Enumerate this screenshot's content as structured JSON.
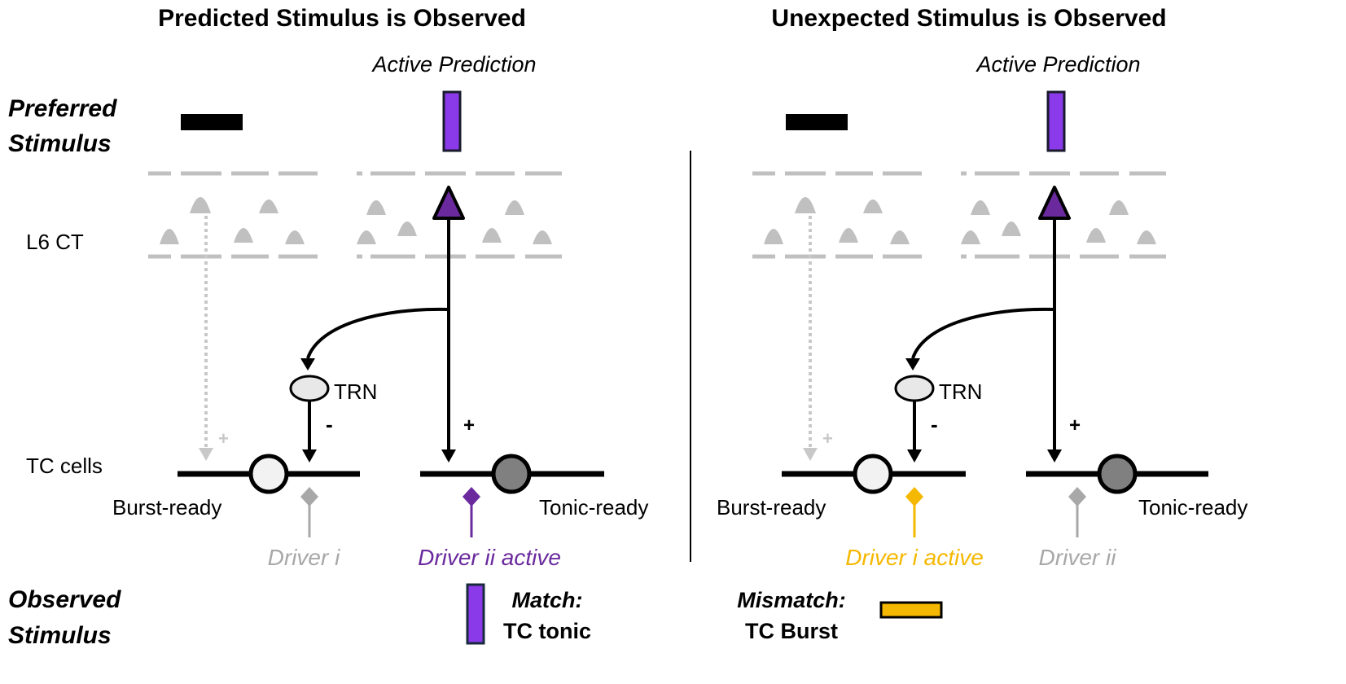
{
  "panels": {
    "left": {
      "title": "Predicted Stimulus is Observed",
      "active_prediction": "Active Prediction",
      "driver_left": "Driver i",
      "driver_right": "Driver ii active",
      "outcome_line1": "Match:",
      "outcome_line2": "TC tonic"
    },
    "right": {
      "title": "Unexpected Stimulus is Observed",
      "active_prediction": "Active Prediction",
      "driver_left": "Driver i active",
      "driver_right": "Driver ii",
      "outcome_line1": "Mismatch:",
      "outcome_line2": "TC Burst"
    }
  },
  "labels": {
    "preferred_1": "Preferred",
    "preferred_2": "Stimulus",
    "observed_1": "Observed",
    "observed_2": "Stimulus",
    "l6ct": "L6 CT",
    "tc_cells": "TC cells",
    "trn": "TRN",
    "burst_ready": "Burst-ready",
    "tonic_ready": "Tonic-ready",
    "plus": "+",
    "minus": "-"
  },
  "colors": {
    "purple_fill": "#8a3ae8",
    "purple_dark": "#6a2a9e",
    "orange": "#f5b800",
    "gray": "#c0c0c0",
    "gray_text": "#a8a8a8",
    "black": "#000000"
  }
}
